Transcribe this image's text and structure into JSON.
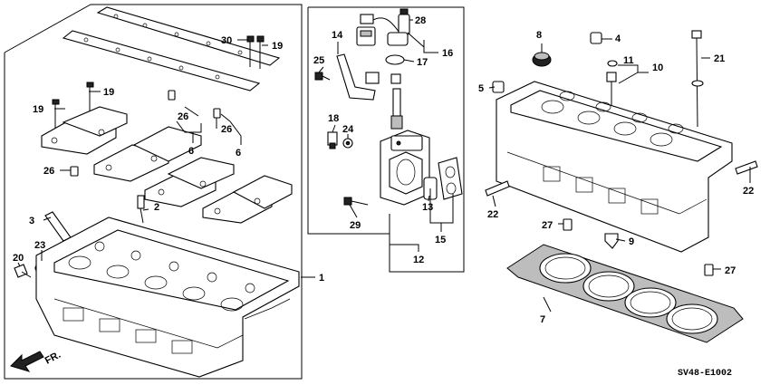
{
  "diagram": {
    "code": "SV48-E1002",
    "direction_label": "FR.",
    "callouts": [
      {
        "id": "c1",
        "text": "1"
      },
      {
        "id": "c2",
        "text": "2"
      },
      {
        "id": "c3",
        "text": "3"
      },
      {
        "id": "c4",
        "text": "4"
      },
      {
        "id": "c5",
        "text": "5"
      },
      {
        "id": "c6a",
        "text": "6"
      },
      {
        "id": "c6b",
        "text": "6"
      },
      {
        "id": "c7",
        "text": "7"
      },
      {
        "id": "c8",
        "text": "8"
      },
      {
        "id": "c9",
        "text": "9"
      },
      {
        "id": "c10",
        "text": "10"
      },
      {
        "id": "c11",
        "text": "11"
      },
      {
        "id": "c12",
        "text": "12"
      },
      {
        "id": "c13",
        "text": "13"
      },
      {
        "id": "c14",
        "text": "14"
      },
      {
        "id": "c15",
        "text": "15"
      },
      {
        "id": "c16",
        "text": "16"
      },
      {
        "id": "c17",
        "text": "17"
      },
      {
        "id": "c18",
        "text": "18"
      },
      {
        "id": "c19a",
        "text": "19"
      },
      {
        "id": "c19b",
        "text": "19"
      },
      {
        "id": "c19c",
        "text": "19"
      },
      {
        "id": "c20",
        "text": "20"
      },
      {
        "id": "c21",
        "text": "21"
      },
      {
        "id": "c22a",
        "text": "22"
      },
      {
        "id": "c22b",
        "text": "22"
      },
      {
        "id": "c23",
        "text": "23"
      },
      {
        "id": "c24",
        "text": "24"
      },
      {
        "id": "c25",
        "text": "25"
      },
      {
        "id": "c26a",
        "text": "26"
      },
      {
        "id": "c26b",
        "text": "26"
      },
      {
        "id": "c26c",
        "text": "26"
      },
      {
        "id": "c27a",
        "text": "27"
      },
      {
        "id": "c27b",
        "text": "27"
      },
      {
        "id": "c28",
        "text": "28"
      },
      {
        "id": "c29",
        "text": "29"
      },
      {
        "id": "c30",
        "text": "30"
      }
    ]
  }
}
